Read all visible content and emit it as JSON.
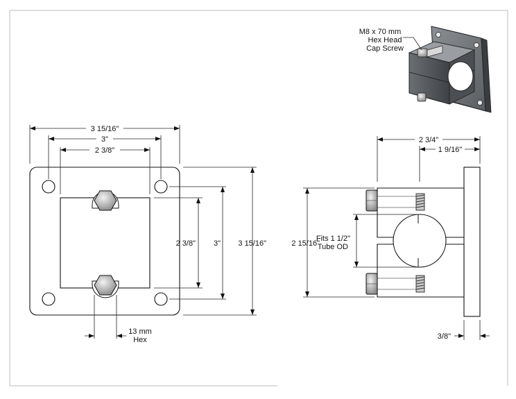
{
  "callouts": {
    "screw_line1": "M8 x 70 mm",
    "screw_line2": "Hex Head",
    "screw_line3": "Cap Screw",
    "tube_line1": "Fits 1 1/2\"",
    "tube_line2": "Tube OD",
    "hex_line1": "13 mm",
    "hex_line2": "Hex"
  },
  "front_view": {
    "overall_width": "3 15/16\"",
    "hole_spacing_width": "3\"",
    "clamp_width": "2 3/8\"",
    "clamp_height": "2 3/8\"",
    "hole_spacing_height": "3\"",
    "overall_height": "3 15/16\""
  },
  "side_view": {
    "overall_depth": "2 3/4\"",
    "clamp_offset": "1 9/16\"",
    "clamp_height": "2 15/16\"",
    "plate_thickness": "3/8\""
  }
}
